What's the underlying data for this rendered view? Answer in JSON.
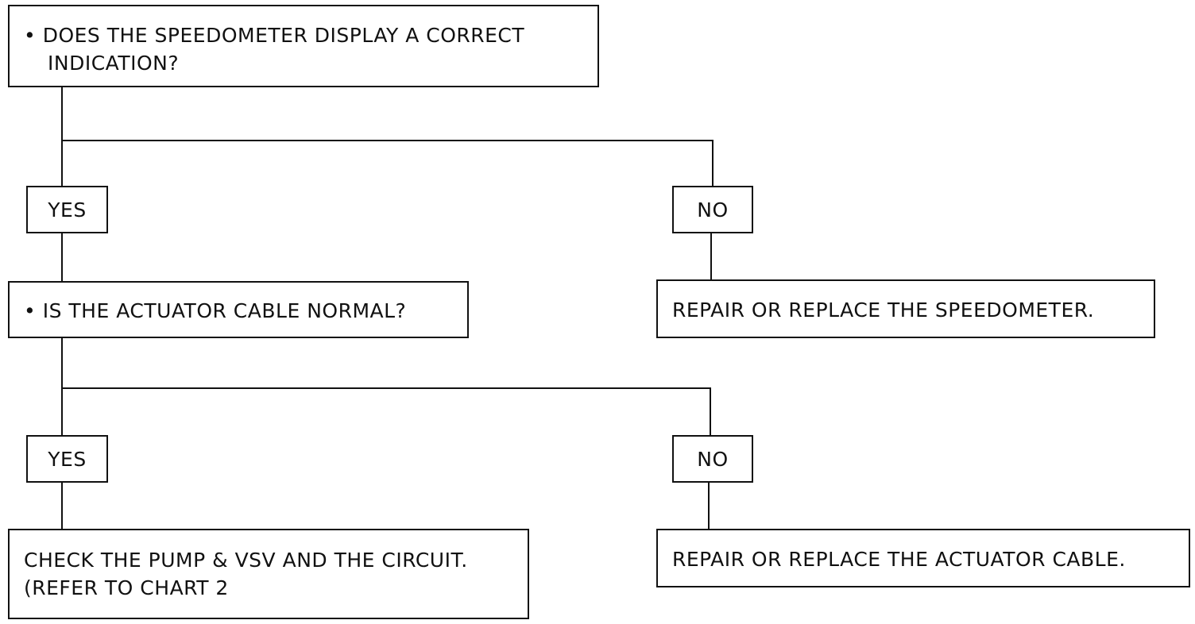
{
  "flowchart": {
    "q1": {
      "line1": "• DOES THE SPEEDOMETER DISPLAY A CORRECT",
      "line2": "INDICATION?"
    },
    "q1_yes": "YES",
    "q1_no": "NO",
    "q2": {
      "line1": "• IS THE ACTUATOR CABLE NORMAL?"
    },
    "q1_no_result": "REPAIR OR REPLACE THE SPEEDOMETER.",
    "q2_yes": "YES",
    "q2_no": "NO",
    "q2_yes_result": {
      "line1": "CHECK THE PUMP & VSV AND THE CIRCUIT.",
      "line2": "(REFER TO CHART 2"
    },
    "q2_no_result": "REPAIR OR REPLACE THE ACTUATOR CABLE."
  }
}
